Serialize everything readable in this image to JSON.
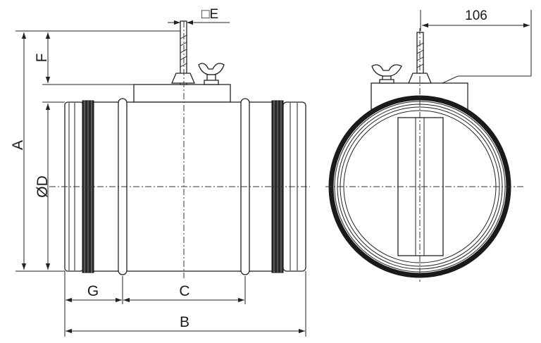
{
  "labels": {
    "a": "A",
    "b": "B",
    "c": "C",
    "d": "ØD",
    "e": "□E",
    "f": "F",
    "g": "G",
    "dim_106": "106"
  }
}
